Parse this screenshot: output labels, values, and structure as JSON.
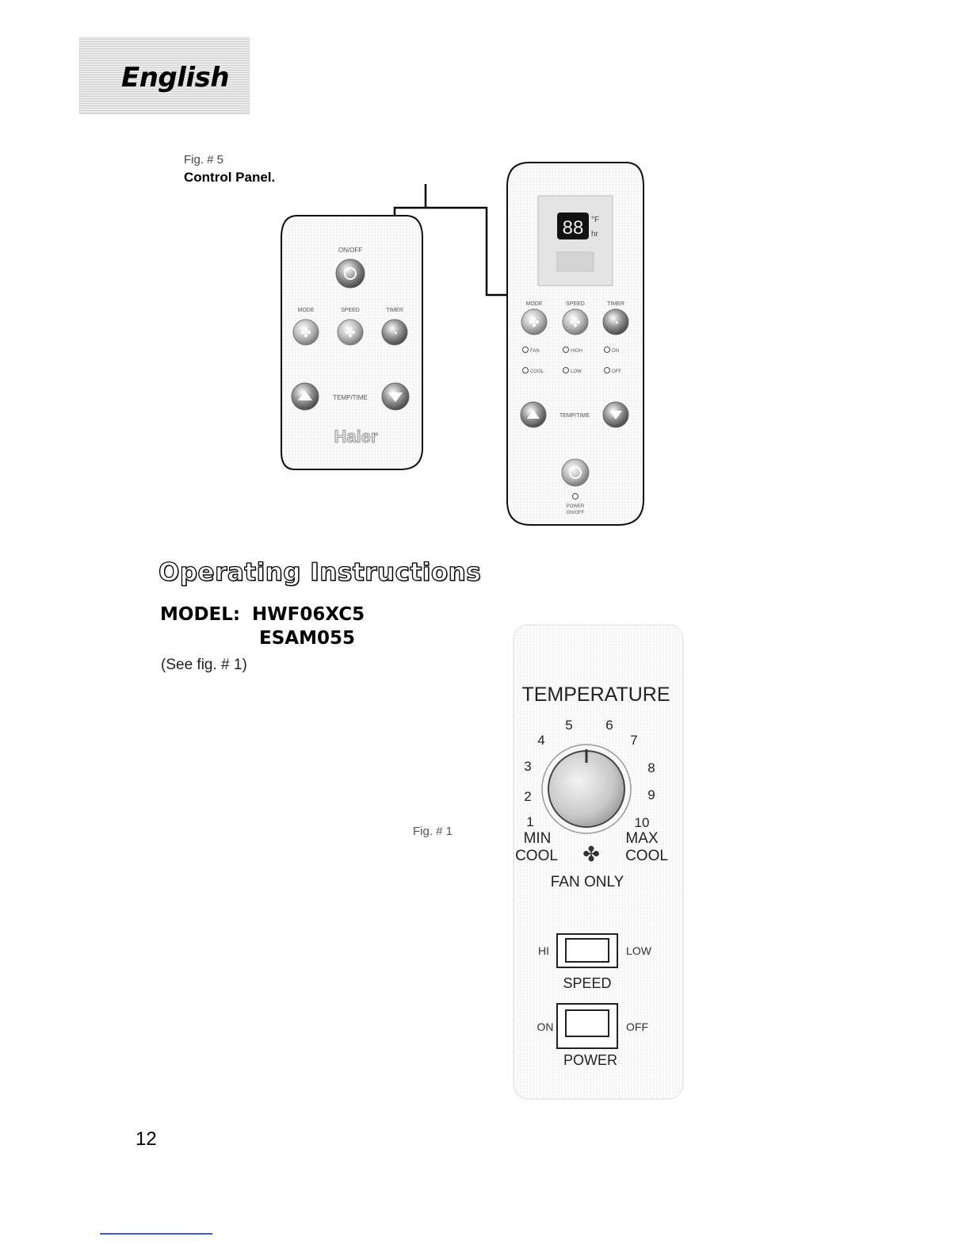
{
  "header": {
    "language_tab": "English"
  },
  "figure5": {
    "label": "Fig. # 5",
    "caption": "Control Panel.",
    "remote": {
      "power_label": "ON/OFF",
      "mode_label": "MODE",
      "speed_label": "SPEED",
      "timer_label": "TIMER",
      "temp_time_label": "TEMP/TIME",
      "brand": "Haier"
    },
    "panel": {
      "display_digits": "88",
      "unit_temp": "°F",
      "unit_time": "hr",
      "mode_label": "MODE",
      "speed_label": "SPEED",
      "timer_label": "TIMER",
      "indicators": {
        "fan": "FAN",
        "cool": "COOL",
        "high": "HIGH",
        "low": "LOW",
        "on": "ON",
        "off": "OFF"
      },
      "temp_time_label": "TEMP/TIME",
      "power_label": "POWER",
      "power_sub_label": "ON/OFF"
    }
  },
  "section": {
    "title": "Operating Instructions",
    "model_label": "MODEL:",
    "models": [
      "HWF06XC5",
      "ESAM055"
    ],
    "see_figure": "(See fig. # 1)"
  },
  "figure1": {
    "label": "Fig. # 1",
    "temperature_title": "TEMPERATURE",
    "dial_numbers": [
      "1",
      "2",
      "3",
      "4",
      "5",
      "6",
      "7",
      "8",
      "9",
      "10"
    ],
    "min_cool": [
      "MIN",
      "COOL"
    ],
    "max_cool": [
      "MAX",
      "COOL"
    ],
    "fan_only": "FAN ONLY",
    "speed": {
      "hi": "HI",
      "low": "LOW",
      "title": "SPEED"
    },
    "power": {
      "on": "ON",
      "off": "OFF",
      "title": "POWER"
    }
  },
  "page": {
    "number": "12"
  }
}
